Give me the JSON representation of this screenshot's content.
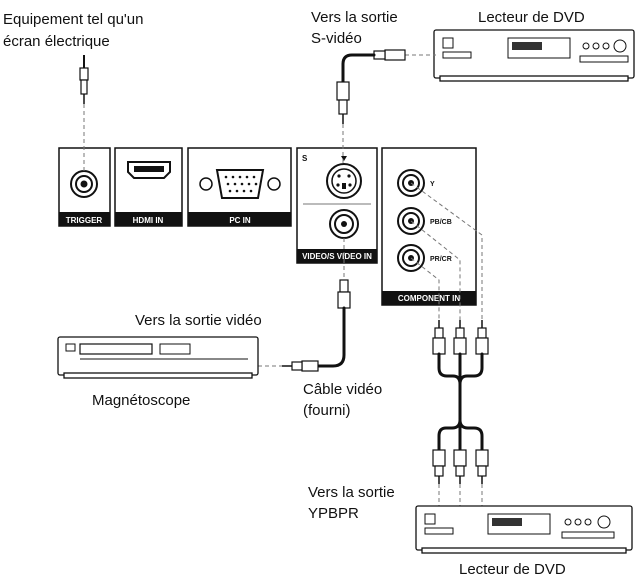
{
  "labels": {
    "equipment_line1": "Equipement tel qu'un",
    "equipment_line2": "écran électrique",
    "svideo_out_line1": "Vers la sortie",
    "svideo_out_line2": "S-vidéo",
    "dvd_player_top": "Lecteur de DVD",
    "video_out": "Vers la sortie vidéo",
    "vcr": "Magnétoscope",
    "video_cable_line1": "Câble vidéo",
    "video_cable_line2": "(fourni)",
    "ypbpr_out_line1": "Vers la sortie",
    "ypbpr_out_line2": "YPBPR",
    "dvd_player_bottom": "Lecteur de DVD"
  },
  "panel": {
    "trigger": "TRIGGER",
    "hdmi_in": "HDMI IN",
    "pc_in": "PC IN",
    "video_svideo_in": "VIDEO/S VIDEO IN",
    "s_mark": "S",
    "component_in": "COMPONENT IN",
    "y": "Y",
    "pb_cb": "PB/CB",
    "pr_cr": "PR/CR"
  }
}
